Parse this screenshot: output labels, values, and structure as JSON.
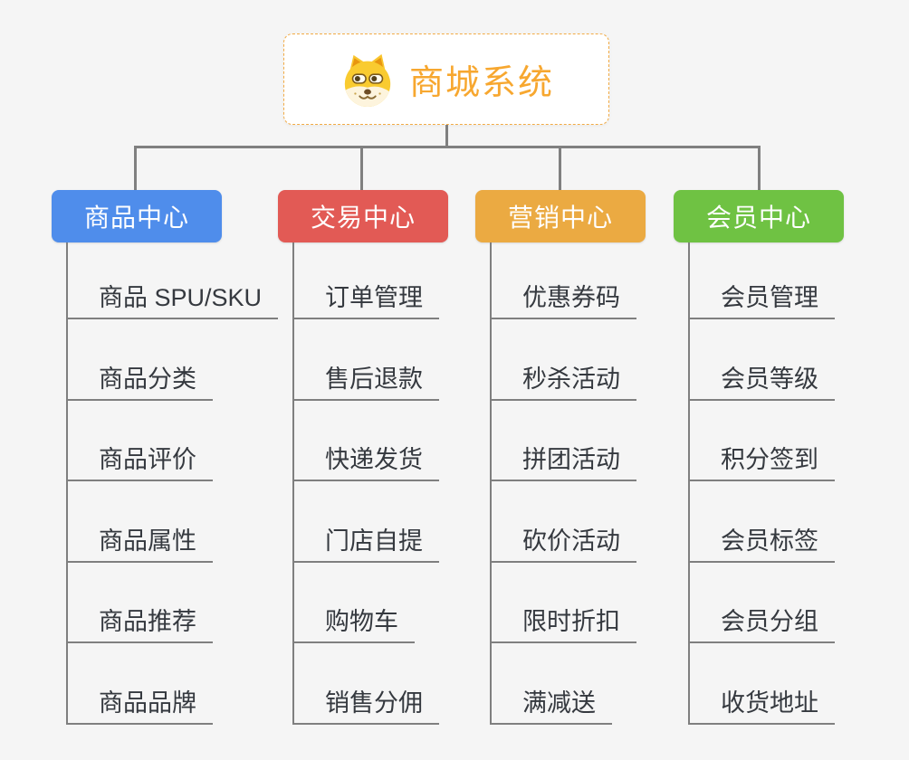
{
  "canvas_background": "#f5f5f5",
  "connector_color": "#7f7f7f",
  "root": {
    "title": "商城系统",
    "icon": "doge-face-icon",
    "text_color": "#f7a72f",
    "border_color": "#f2ab45"
  },
  "branches": [
    {
      "label": "商品中心",
      "color": "#4f8deb",
      "children": [
        "商品 SPU/SKU",
        "商品分类",
        "商品评价",
        "商品属性",
        "商品推荐",
        "商品品牌"
      ]
    },
    {
      "label": "交易中心",
      "color": "#e25a55",
      "children": [
        "订单管理",
        "售后退款",
        "快递发货",
        "门店自提",
        "购物车",
        "销售分佣"
      ]
    },
    {
      "label": "营销中心",
      "color": "#ebaa42",
      "children": [
        "优惠券码",
        "秒杀活动",
        "拼团活动",
        "砍价活动",
        "限时折扣",
        "满减送"
      ]
    },
    {
      "label": "会员中心",
      "color": "#6fc243",
      "children": [
        "会员管理",
        "会员等级",
        "积分签到",
        "会员标签",
        "会员分组",
        "收货地址"
      ]
    }
  ]
}
